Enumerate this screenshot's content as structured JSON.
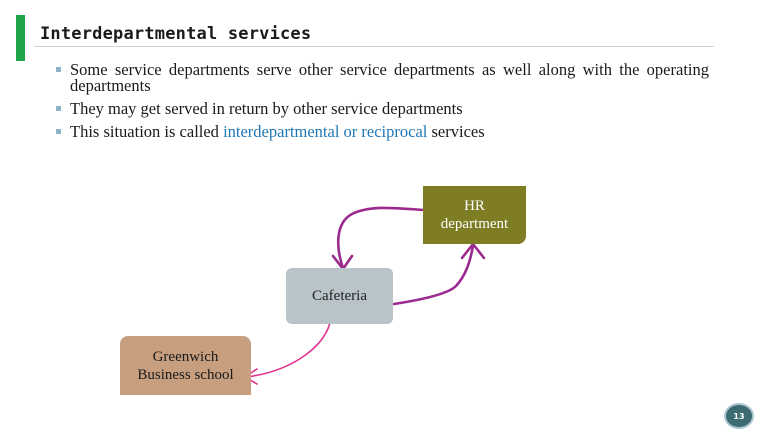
{
  "slide": {
    "title": "Interdepartmental services",
    "accent_color": "#1fa64a",
    "page_number": "13"
  },
  "bullets": [
    {
      "text": "Some service departments serve other service departments as well along with the operating departments"
    },
    {
      "text": "They may get served in return by other service departments"
    },
    {
      "prefix": "This situation is called ",
      "highlight": "interdepartmental or reciprocal",
      "suffix": " services",
      "highlight_color": "#1f77b4"
    }
  ],
  "diagram": {
    "nodes": {
      "hr": {
        "line1": "HR",
        "line2": "department",
        "color": "#7f7d24"
      },
      "cafeteria": {
        "label": "Cafeteria",
        "color": "#b8c4c8"
      },
      "school": {
        "line1": "Greenwich",
        "line2": "Business school",
        "color": "#c79f7f"
      }
    },
    "arrow_colors": {
      "reciprocal": "#9b2a8f",
      "to_school": "#e0338f"
    }
  }
}
